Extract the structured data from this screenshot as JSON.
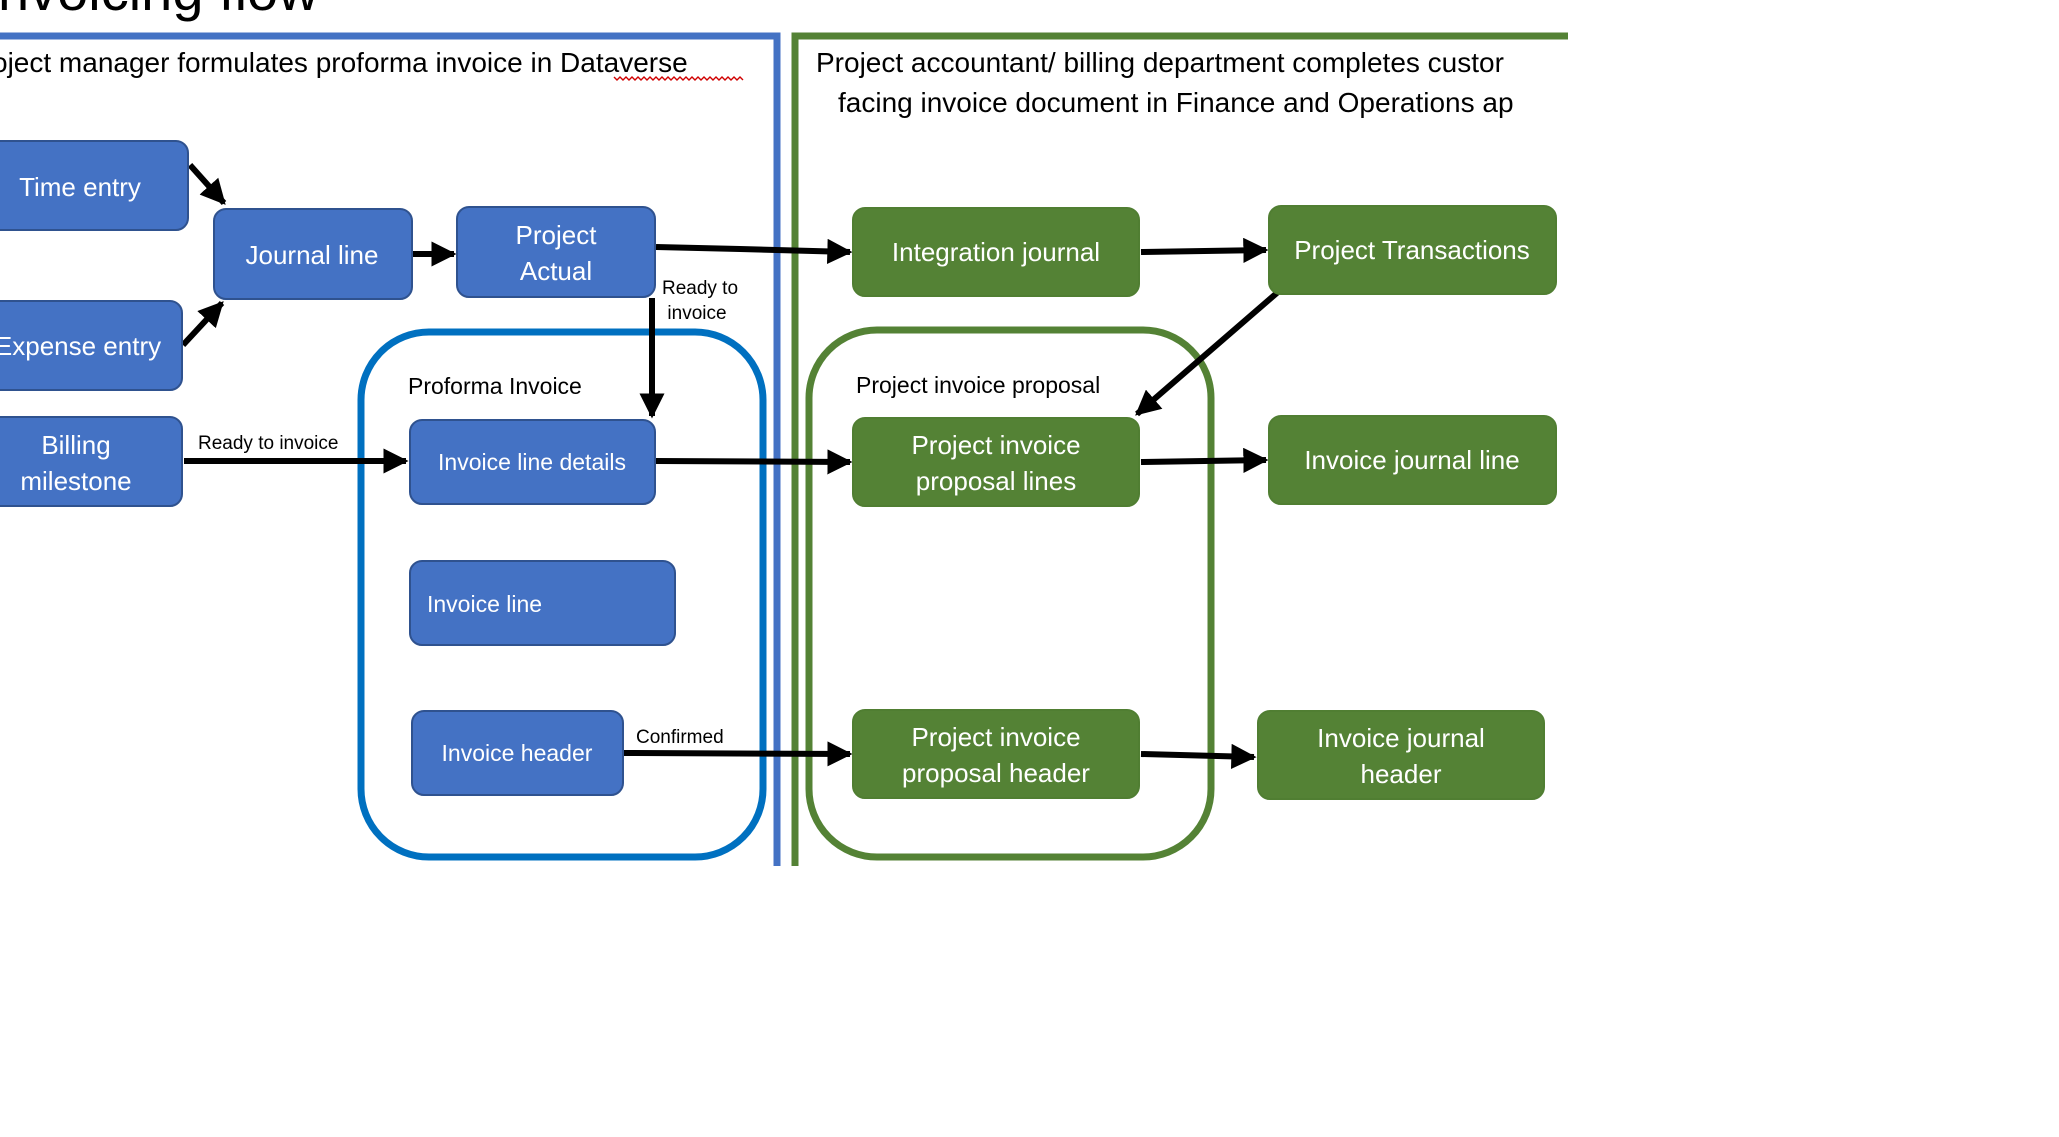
{
  "title": "nvoicing flow",
  "sections": {
    "left_header": {
      "before": "oject manager formulates proforma invoice in ",
      "underlined": "Dataverse"
    },
    "right_header": {
      "line1": "Project accountant/ billing department completes custor",
      "line2": "facing invoice document in Finance and Operations ap"
    }
  },
  "groups": {
    "proforma": "Proforma Invoice",
    "proposal": "Project invoice proposal"
  },
  "nodes": {
    "time_entry": [
      "Time entry"
    ],
    "journal_line": [
      "Journal line"
    ],
    "expense_entry": [
      "Expense entry"
    ],
    "project_actual": [
      "Project",
      "Actual"
    ],
    "billing_milestone": [
      "Billing",
      "milestone"
    ],
    "invoice_line_details": [
      "Invoice line details"
    ],
    "invoice_line": [
      "Invoice line"
    ],
    "invoice_header": [
      "Invoice header"
    ],
    "integration_journal": [
      "Integration journal"
    ],
    "project_transactions": [
      "Project Transactions"
    ],
    "proposal_lines": [
      "Project invoice",
      "proposal lines"
    ],
    "invoice_journal_line": [
      "Invoice journal line"
    ],
    "proposal_header": [
      "Project invoice",
      "proposal header"
    ],
    "invoice_journal_header": [
      "Invoice journal",
      "header"
    ]
  },
  "edge_labels": {
    "ready_to_invoice_1": "Ready to",
    "ready_to_invoice_2": "invoice",
    "ready_to_invoice_milestone": "Ready to invoice",
    "confirmed": "Confirmed"
  },
  "colors": {
    "blue_node": "#4472c4",
    "blue_section_border": "#4472c4",
    "blue_group_border": "#0070c0",
    "green_node": "#548235",
    "green_border": "#548235"
  }
}
